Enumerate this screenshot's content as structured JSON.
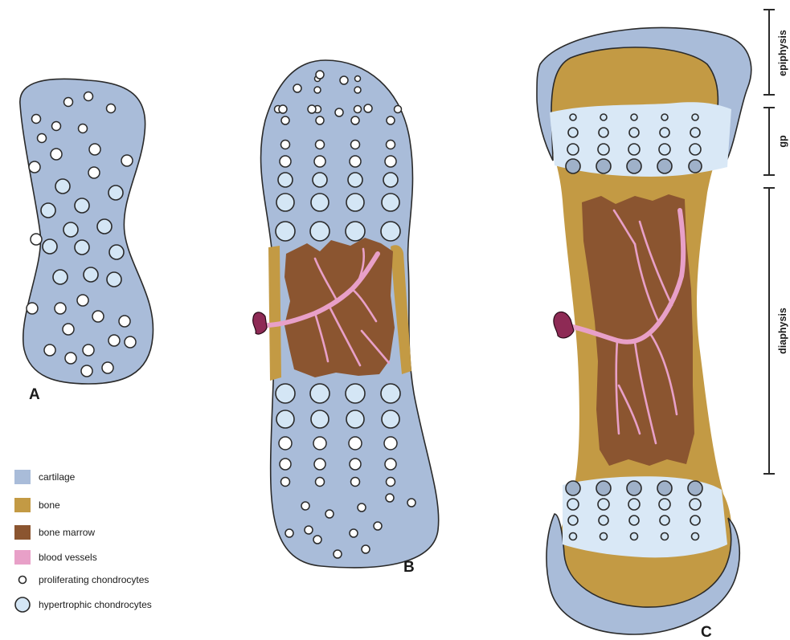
{
  "colors": {
    "cartilage": "#a9bcd9",
    "bone": "#c39a44",
    "bone_marrow": "#8b5530",
    "blood_vessels": "#e8a0c8",
    "vessel_stub": "#8e2a55",
    "cell_fill": "#d4e6f5",
    "zone_fill": "#d9e8f6",
    "outline": "#2a2a2a"
  },
  "panels": {
    "a": {
      "label": "A"
    },
    "b": {
      "label": "B"
    },
    "c": {
      "label": "C"
    }
  },
  "regions": {
    "epiphysis": "epiphysis",
    "growth_plate": "gp",
    "diaphysis": "diaphysis"
  },
  "legend": {
    "cartilage": "cartilage",
    "bone": "bone",
    "bone_marrow": "bone marrow",
    "blood_vessels": "blood vessels",
    "proliferating_chondrocytes": "proliferating chondrocytes",
    "hypertrophic_chondrocytes": "hypertrophic chondrocytes"
  }
}
